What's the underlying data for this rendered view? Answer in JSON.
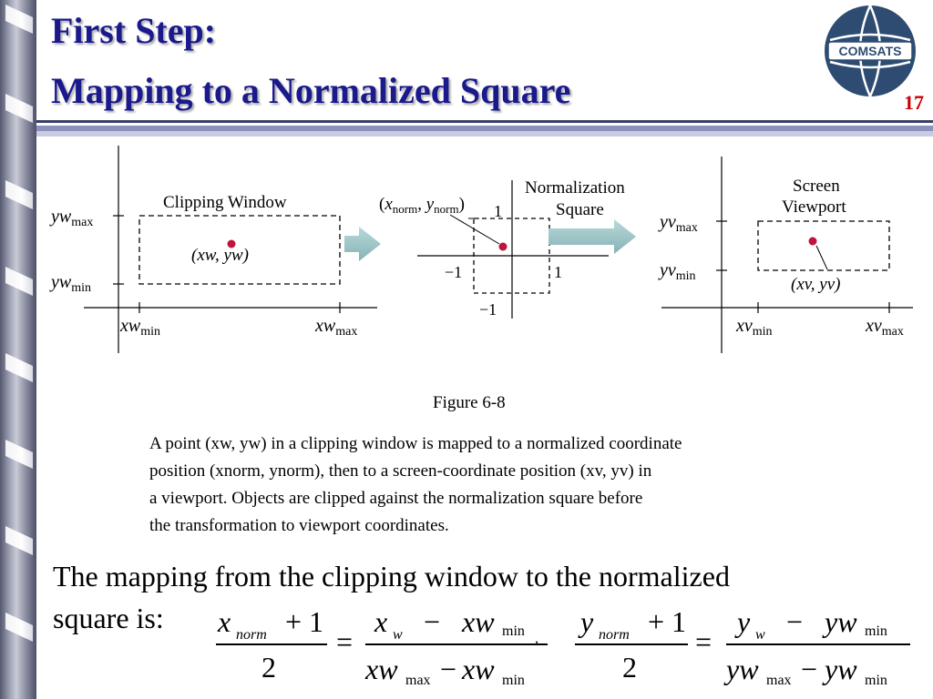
{
  "title": {
    "line1": "First Step:",
    "line2": "Mapping to a Normalized Square"
  },
  "slide_number": "17",
  "logo": {
    "text": "COMSATS"
  },
  "figure": {
    "label": "Figure 6-8",
    "clipping": {
      "title": "Clipping Window",
      "y_max": "yw",
      "y_min": "yw",
      "x_min": "xw",
      "x_max": "xw",
      "sub_max": "max",
      "sub_min": "min",
      "point": "(xw, yw)"
    },
    "normalization": {
      "title_line1": "Normalization",
      "title_line2": "Square",
      "point_x": "x",
      "point_y": "y",
      "sub": "norm",
      "tick_pos": "1",
      "tick_neg": "−1"
    },
    "viewport": {
      "title_line1": "Screen",
      "title_line2": "Viewport",
      "y_max": "yv",
      "y_min": "yv",
      "x_min": "xv",
      "x_max": "xv",
      "sub_max": "max",
      "sub_min": "min",
      "point": "(xv, yv)"
    }
  },
  "caption": {
    "line1": "A point (xw, yw) in a clipping window is mapped to a normalized coordinate",
    "line2": "position (xnorm, ynorm), then to a screen-coordinate position (xv, yv) in",
    "line3": "a viewport. Objects are clipped against the normalization square before",
    "line4": "the transformation to viewport coordinates."
  },
  "body": {
    "line1": "The mapping from the clipping window to the normalized",
    "line2": "square is:"
  },
  "formula": {
    "x_norm_num": "x",
    "y_norm_num": "y",
    "norm_sub": "norm",
    "plus_one": "+ 1",
    "denom_two": "2",
    "equals": "=",
    "x_w": "x",
    "y_w": "y",
    "w_sub": "w",
    "minus": "−",
    "xw": "xw",
    "yw": "yw",
    "min_sub": "min",
    "max_sub": "max",
    "comma": ","
  },
  "colors": {
    "title": "#1a1a8c",
    "slide_number": "#cc0000",
    "point": "#c0143c",
    "arrow": "#9fc5c6"
  }
}
